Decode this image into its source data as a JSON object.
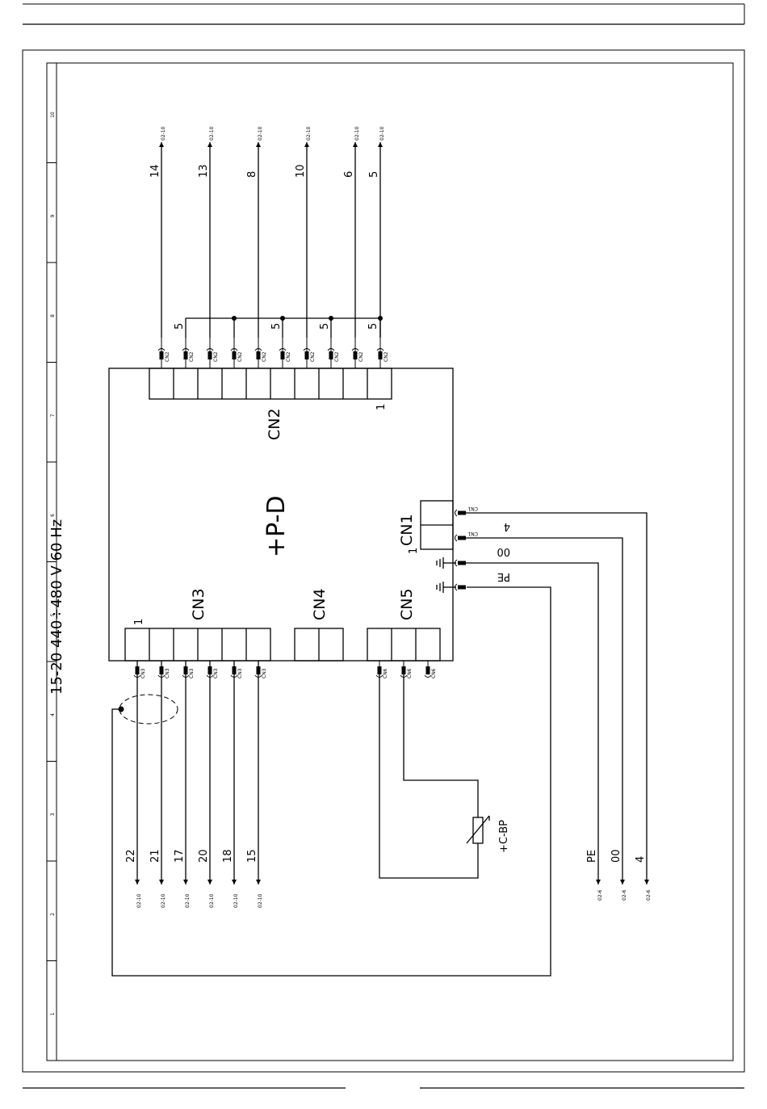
{
  "title": "15-20  440÷480 V 60 Hz",
  "board_label": "+P-D",
  "connectors": {
    "cn1": "CN1",
    "cn2": "CN2",
    "cn3": "CN3",
    "cn4": "CN4",
    "cn5": "CN5"
  },
  "pin_one": "1",
  "tag_cn1": "CN1",
  "tag_cn2": "CN2",
  "tag_cn3": "CN3",
  "tag_cn6": "CN6",
  "sensor_label": "+C-BP",
  "top_wires": [
    {
      "num": "14",
      "ref": "02-10"
    },
    {
      "num": "13",
      "ref": "02-10"
    },
    {
      "num": "8",
      "ref": "02-10"
    },
    {
      "num": "10",
      "ref": "02-10"
    },
    {
      "num": "6",
      "ref": "02-10"
    },
    {
      "num": "5",
      "ref": "02-10"
    }
  ],
  "bus_wire": "5",
  "bottom_wires": [
    {
      "num": "22",
      "ref": "02-10"
    },
    {
      "num": "21",
      "ref": "02-10"
    },
    {
      "num": "17",
      "ref": "02-10"
    },
    {
      "num": "20",
      "ref": "02-10"
    },
    {
      "num": "18",
      "ref": "02-10"
    },
    {
      "num": "15",
      "ref": "02-10"
    }
  ],
  "right_wires": [
    {
      "num": "PE",
      "ref": "02-6"
    },
    {
      "num": "00",
      "ref": "02-6"
    },
    {
      "num": "4",
      "ref": "02-6"
    }
  ],
  "ruler": [
    "10",
    "9",
    "8",
    "7",
    "6",
    "5",
    "4",
    "3",
    "2",
    "1"
  ]
}
